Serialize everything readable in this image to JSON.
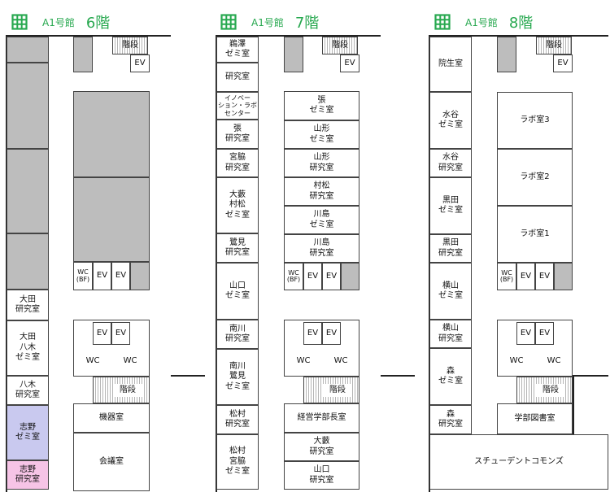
{
  "floors": [
    {
      "building": "A1号館",
      "floor": "6階",
      "rooms": {
        "stairs_top": "階段",
        "ev_top": "EV",
        "ev_lower_1": "EV",
        "ev_lower_2": "EV",
        "wc_lower_1": "WC",
        "wc_lower_2": "WC",
        "wc_bf": "WC\n(BF)",
        "ev_mid_1": "EV",
        "ev_mid_2": "EV",
        "stairs_bottom": "階段",
        "left_1": "大田\n研究室",
        "left_2": "大田\n八木\nゼミ室",
        "left_3": "八木\n研究室",
        "left_4": "志野\nゼミ室",
        "left_5": "志野\n研究室",
        "right_1": "機器室",
        "right_2": "会議室"
      },
      "colors": {
        "left_4": "#c9c9ef",
        "left_5": "#f6c4e6"
      }
    },
    {
      "building": "A1号館",
      "floor": "7階",
      "rooms": {
        "stairs_top": "階段",
        "ev_top": "EV",
        "ev_lower_1": "EV",
        "ev_lower_2": "EV",
        "wc_lower_1": "WC",
        "wc_lower_2": "WC",
        "wc_bf": "WC\n(BF)",
        "ev_mid_1": "EV",
        "ev_mid_2": "EV",
        "stairs_bottom": "階段",
        "left_1": "鵜澤\nゼミ室",
        "left_2": "研究室",
        "left_3": "イノベー\nション・ラボ\nセンター",
        "left_4": "張\n研究室",
        "left_5": "宮脇\n研究室",
        "left_6": "大藪\n村松\nゼミ室",
        "left_7": "鷺見\n研究室",
        "left_8": "山口\nゼミ室",
        "left_9": "南川\n研究室",
        "left_10": "南川\n鷺見\nゼミ室",
        "left_11": "松村\n研究室",
        "left_12": "松村\n宮脇\nゼミ室",
        "right_1": "張\nゼミ室",
        "right_2": "山形\nゼミ室",
        "right_3": "山形\n研究室",
        "right_4": "村松\n研究室",
        "right_5": "川島\nゼミ室",
        "right_6": "川島\n研究室",
        "right_7": "経営学部長室",
        "right_8": "大藪\n研究室",
        "right_9": "山口\n研究室"
      }
    },
    {
      "building": "A1号館",
      "floor": "8階",
      "rooms": {
        "stairs_top": "階段",
        "ev_top": "EV",
        "ev_lower_1": "EV",
        "ev_lower_2": "EV",
        "wc_lower_1": "WC",
        "wc_lower_2": "WC",
        "wc_bf": "WC\n(BF)",
        "ev_mid_1": "EV",
        "ev_mid_2": "EV",
        "stairs_bottom": "階段",
        "left_1": "院生室",
        "left_2": "水谷\nゼミ室",
        "left_3": "水谷\n研究室",
        "left_4": "黒田\nゼミ室",
        "left_5": "黒田\n研究室",
        "left_6": "横山\nゼミ室",
        "left_7": "横山\n研究室",
        "left_8": "森\nゼミ室",
        "left_9": "森\n研究室",
        "lab_3": "ラボ室3",
        "lab_2": "ラボ室2",
        "lab_1": "ラボ室1",
        "library": "学部図書室",
        "commons": "スチューデントコモンズ"
      }
    }
  ]
}
